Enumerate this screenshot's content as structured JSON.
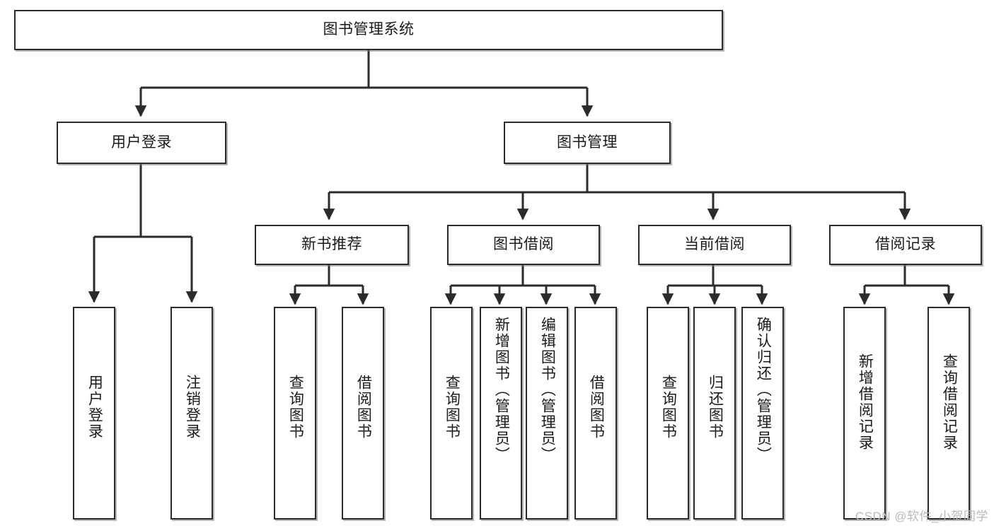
{
  "diagram": {
    "title": "图书管理系统",
    "type": "hierarchy-tree",
    "watermark": "CSDN @软件_小贺同学",
    "colors": {
      "node_border": "#2b2b2b",
      "node_fill": "#ffffff",
      "edge": "#2b2b2b",
      "watermark": "#b9b9b9",
      "background": "#ffffff"
    },
    "levels": [
      {
        "level": 1,
        "nodes": [
          {
            "id": "root",
            "label": "图书管理系统",
            "orientation": "horizontal"
          }
        ]
      },
      {
        "level": 2,
        "nodes": [
          {
            "id": "login",
            "label": "用户登录",
            "orientation": "horizontal",
            "parent": "root"
          },
          {
            "id": "bookmgmt",
            "label": "图书管理",
            "orientation": "horizontal",
            "parent": "root"
          }
        ]
      },
      {
        "level": 3,
        "nodes": [
          {
            "id": "newbook",
            "label": "新书推荐",
            "orientation": "horizontal",
            "parent": "bookmgmt"
          },
          {
            "id": "borrow",
            "label": "图书借阅",
            "orientation": "horizontal",
            "parent": "bookmgmt"
          },
          {
            "id": "current",
            "label": "当前借阅",
            "orientation": "horizontal",
            "parent": "bookmgmt"
          },
          {
            "id": "records",
            "label": "借阅记录",
            "orientation": "horizontal",
            "parent": "bookmgmt"
          }
        ]
      },
      {
        "level": 4,
        "nodes": [
          {
            "id": "leaf1",
            "label": "用户登录",
            "orientation": "vertical",
            "parent": "login"
          },
          {
            "id": "leaf2",
            "label": "注销登录",
            "orientation": "vertical",
            "parent": "login"
          },
          {
            "id": "leaf3",
            "label": "查询图书",
            "orientation": "vertical",
            "parent": "newbook"
          },
          {
            "id": "leaf4",
            "label": "借阅图书",
            "orientation": "vertical",
            "parent": "newbook"
          },
          {
            "id": "leaf5",
            "label": "查询图书",
            "orientation": "vertical",
            "parent": "borrow"
          },
          {
            "id": "leaf6",
            "label": "新增图书（管理员）",
            "orientation": "vertical",
            "parent": "borrow"
          },
          {
            "id": "leaf7",
            "label": "编辑图书（管理员）",
            "orientation": "vertical",
            "parent": "borrow"
          },
          {
            "id": "leaf8",
            "label": "借阅图书",
            "orientation": "vertical",
            "parent": "borrow"
          },
          {
            "id": "leaf9",
            "label": "查询图书",
            "orientation": "vertical",
            "parent": "current"
          },
          {
            "id": "leaf10",
            "label": "归还图书",
            "orientation": "vertical",
            "parent": "current"
          },
          {
            "id": "leaf11",
            "label": "确认归还（管理员）",
            "orientation": "vertical",
            "parent": "current"
          },
          {
            "id": "leaf12",
            "label": "新增借阅记录",
            "orientation": "vertical",
            "parent": "records"
          },
          {
            "id": "leaf13",
            "label": "查询借阅记录",
            "orientation": "vertical",
            "parent": "records"
          }
        ]
      }
    ]
  }
}
